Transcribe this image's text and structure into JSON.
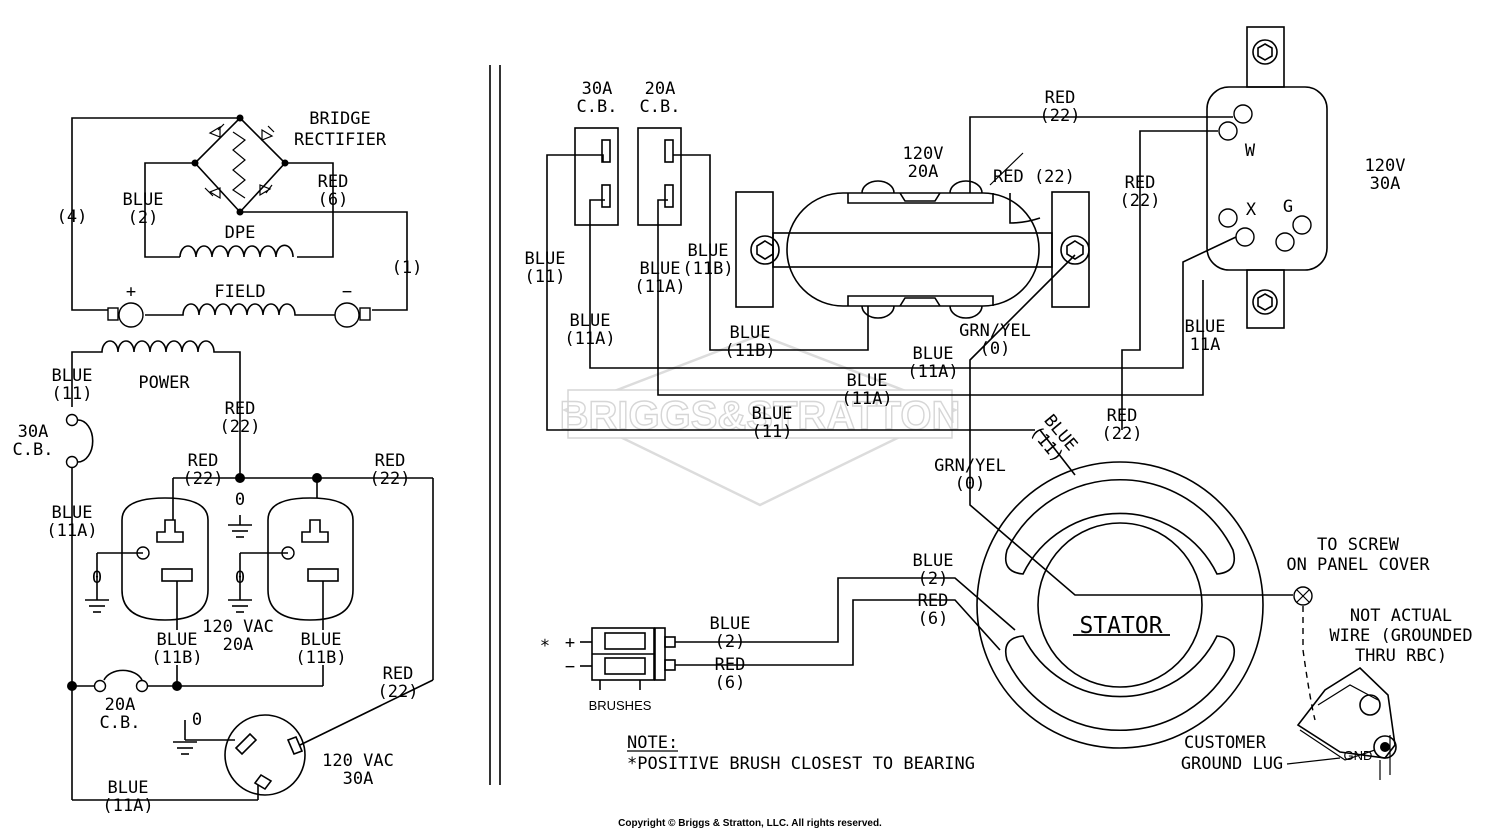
{
  "left": {
    "bridge_rectifier": [
      "BRIDGE",
      "RECTIFIER"
    ],
    "blue_2": [
      "BLUE",
      "(2)"
    ],
    "red_6": [
      "RED",
      "(6)"
    ],
    "wire_4": "(4)",
    "wire_1": "(1)",
    "dpe": "DPE",
    "field": "FIELD",
    "plus": "+",
    "minus": "−",
    "power": "POWER",
    "blue_11": [
      "BLUE",
      "(11)"
    ],
    "cb30": [
      "30A",
      "C.B."
    ],
    "blue_11a_top": [
      "BLUE",
      "(11A)"
    ],
    "red_22_a": [
      "RED",
      "(22)"
    ],
    "red_22_b": [
      "RED",
      "(22)"
    ],
    "red_22_c": [
      "RED",
      "(22)"
    ],
    "red_22_d": [
      "RED",
      "(22)"
    ],
    "zero": "0",
    "blue_11b_a": [
      "BLUE",
      "(11B)"
    ],
    "blue_11b_b": [
      "BLUE",
      "(11B)"
    ],
    "vac20": [
      "120 VAC",
      "20A"
    ],
    "cb20": [
      "20A",
      "C.B."
    ],
    "vac30": [
      "120 VAC",
      "30A"
    ],
    "blue_11a_bottom": [
      "BLUE",
      "(11A)"
    ]
  },
  "right": {
    "cb30": [
      "30A",
      "C.B."
    ],
    "cb20": [
      "20A",
      "C.B."
    ],
    "rcpt20": [
      "120V",
      "20A"
    ],
    "rcpt30": [
      "120V",
      "30A"
    ],
    "red_22_top": [
      "RED",
      "(22)"
    ],
    "red_22_inline": "RED  (22)",
    "red_22_mid": [
      "RED",
      "(22)"
    ],
    "term_w": "W",
    "term_x": "X",
    "term_g": "G",
    "blue_11_left": [
      "BLUE",
      "(11)"
    ],
    "blue_11b_up": [
      "BLUE",
      "(11B)"
    ],
    "blue_11a_up": [
      "BLUE",
      "(11A)"
    ],
    "blue_11a_lo": [
      "BLUE",
      "(11A)"
    ],
    "blue_11b_lo": [
      "BLUE",
      "(11B)"
    ],
    "grn_yel_a": [
      "GRN/YEL",
      "(0)"
    ],
    "blue_11a_side": [
      "BLUE",
      "11A"
    ],
    "blue_11a_h1": [
      "BLUE",
      "(11A)"
    ],
    "blue_11a_h2": [
      "BLUE",
      "(11A)"
    ],
    "blue_11_h": [
      "BLUE",
      "(11)"
    ],
    "red_22_stator": [
      "RED",
      "(22)"
    ],
    "blue_11_stator": [
      "BLUE",
      "(11)"
    ],
    "grn_yel_b": [
      "GRN/YEL",
      "(0)"
    ],
    "stator": "STATOR",
    "to_screw": [
      "TO SCREW",
      "ON PANEL COVER"
    ],
    "not_actual": [
      "NOT ACTUAL",
      "WIRE (GROUNDED",
      "THRU RBC)"
    ],
    "blue_2_a": [
      "BLUE",
      "(2)"
    ],
    "red_6_a": [
      "RED",
      "(6)"
    ],
    "blue_2_b": [
      "BLUE",
      "(2)"
    ],
    "red_6_b": [
      "RED",
      "(6)"
    ],
    "asterisk": "∗",
    "brush_plus": "+",
    "brush_minus": "−",
    "brushes": "BRUSHES",
    "note_title": "NOTE:",
    "note_text": "*POSITIVE BRUSH CLOSEST TO BEARING",
    "customer_lug": [
      "CUSTOMER",
      "GROUND LUG"
    ],
    "gnd": "GND"
  },
  "watermark": "BRIGGS&STRATTON",
  "copyright": "Copyright © Briggs & Stratton, LLC. All rights reserved."
}
